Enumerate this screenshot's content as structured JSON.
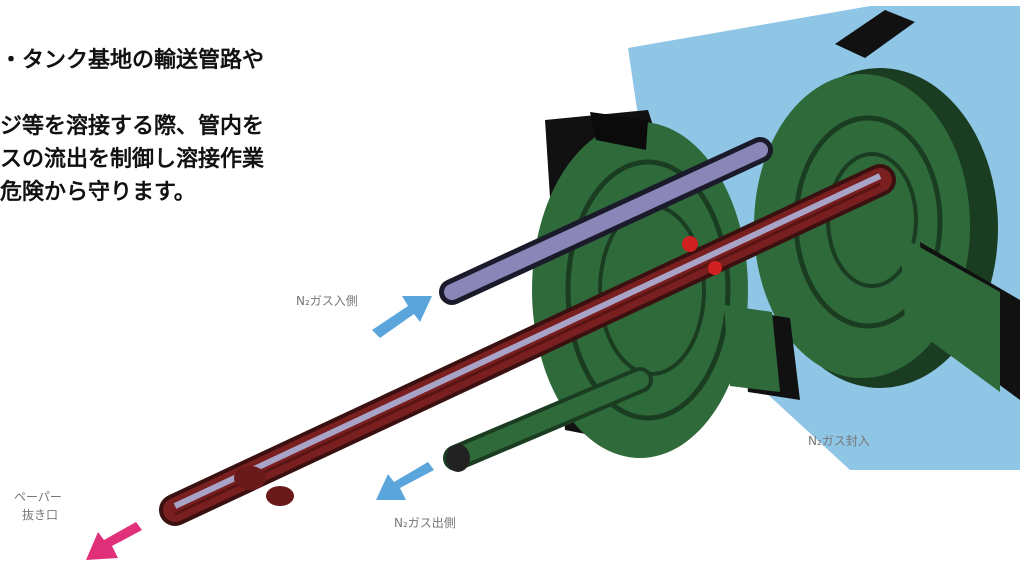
{
  "description": {
    "lines": [
      "・タンク基地の輸送管路や",
      "",
      "ジ等を溶接する際、管内を",
      "スの流出を制御し溶接作業",
      "危険から守ります。"
    ]
  },
  "labels": {
    "inlet": "N₂ガス入側",
    "sealed": "N₂ガス封入",
    "outlet": "N₂ガス出側",
    "paper_outlet": [
      "ペーパー",
      "抜き口"
    ]
  },
  "colors": {
    "plug_green": "#2f6b3a",
    "plug_dark": "#1a3d22",
    "pipe_blue": "#8fc6e6",
    "rod_red": "#7a1f1f",
    "seal_black": "#111111",
    "arrow_blue": "#5aa6dc",
    "arrow_pink": "#e0307a"
  }
}
